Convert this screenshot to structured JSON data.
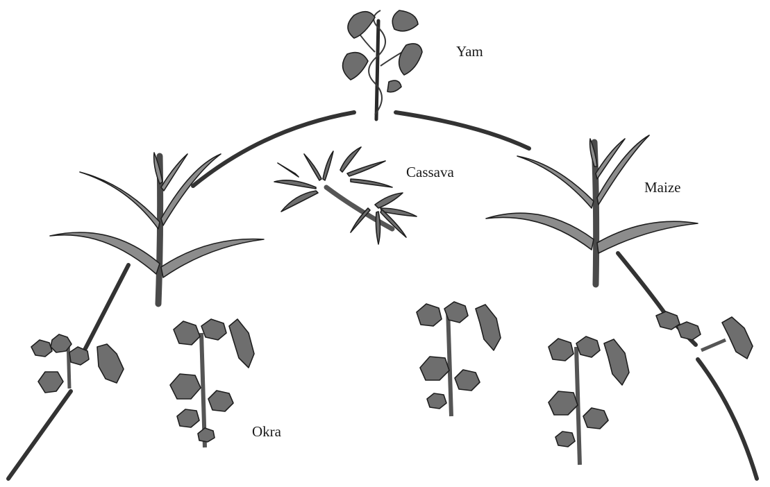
{
  "labels": {
    "yam": "Yam",
    "cassava": "Cassava",
    "maize": "Maize",
    "okra": "Okra"
  },
  "colors": {
    "background": "#ffffff",
    "foliage": "#6e6e6e",
    "outline": "#1e1e1e",
    "ridge": "#333333"
  }
}
